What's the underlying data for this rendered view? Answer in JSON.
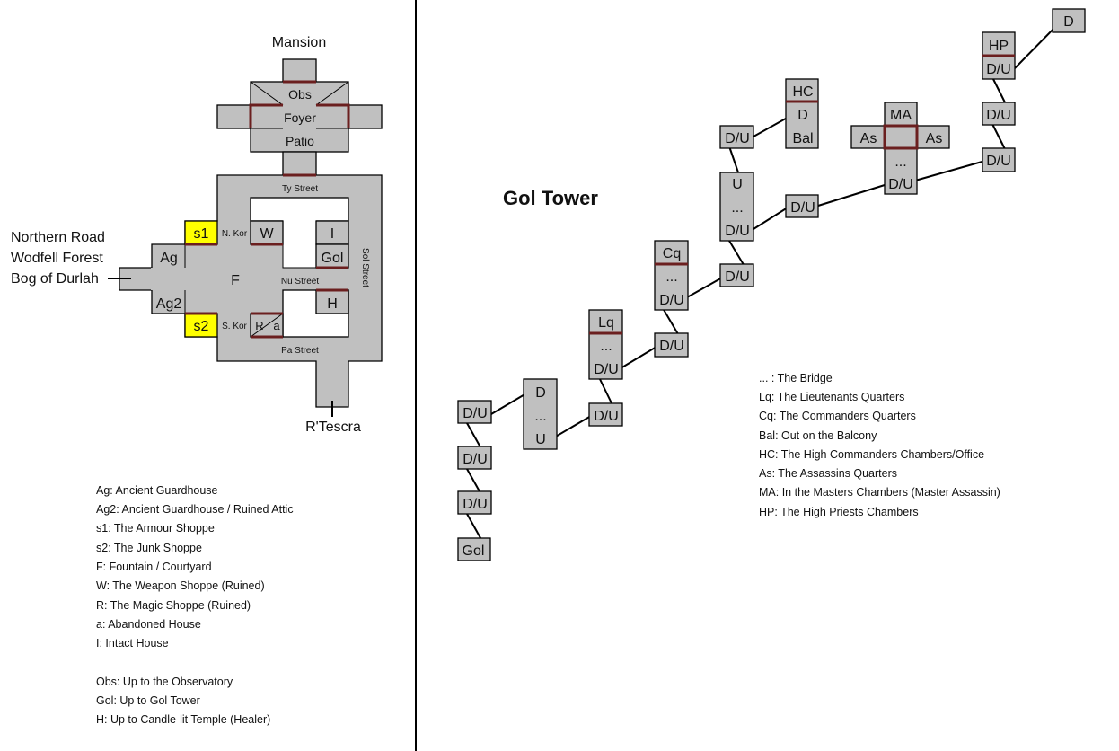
{
  "left_map": {
    "mansion_title": "Mansion",
    "rooms": {
      "obs": "Obs",
      "foyer": "Foyer",
      "patio": "Patio",
      "s1": "s1",
      "s2": "s2",
      "ag": "Ag",
      "ag2": "Ag2",
      "f": "F",
      "w": "W",
      "i": "I",
      "gol": "Gol",
      "h": "H",
      "r": "R",
      "a": "a"
    },
    "streets": {
      "ty": "Ty Street",
      "nu": "Nu Street",
      "pa": "Pa Street",
      "sol": "Sol Street",
      "n_kor": "N. Kor",
      "s_kor": "S. Kor"
    },
    "exits": {
      "west": [
        "Northern Road",
        "Wodfell Forest",
        "Bog of Durlah"
      ],
      "south": "R'Tescra"
    }
  },
  "left_legend": [
    "Ag: Ancient Guardhouse",
    "Ag2: Ancient Guardhouse / Ruined Attic",
    "s1: The Armour Shoppe",
    "s2: The Junk Shoppe",
    "F: Fountain / Courtyard",
    "W: The Weapon Shoppe (Ruined)",
    "R: The Magic Shoppe (Ruined)",
    "a: Abandoned House",
    "I: Intact House",
    "Obs: Up to the Observatory",
    "Gol: Up to Gol Tower",
    "H: Up to Candle-lit Temple (Healer)"
  ],
  "gol_tower": {
    "title": "Gol Tower",
    "labels": {
      "gol": "Gol",
      "du": "D/U",
      "d": "D",
      "u": "U",
      "bridge": "...",
      "lq": "Lq",
      "cq": "Cq",
      "hc": "HC",
      "bal": "Bal",
      "ma": "MA",
      "as": "As",
      "hp": "HP"
    }
  },
  "right_legend": [
    "... : The Bridge",
    "Lq: The Lieutenants Quarters",
    "Cq: The Commanders Quarters",
    "Bal: Out on the Balcony",
    "HC: The High Commanders Chambers/Office",
    "As: The Assassins Quarters",
    "MA: In the Masters Chambers (Master Assassin)",
    "HP: The High Priests Chambers"
  ],
  "colors": {
    "room": "#c0c0c0",
    "shop": "#ffff00",
    "door": "#6b1f1f"
  }
}
